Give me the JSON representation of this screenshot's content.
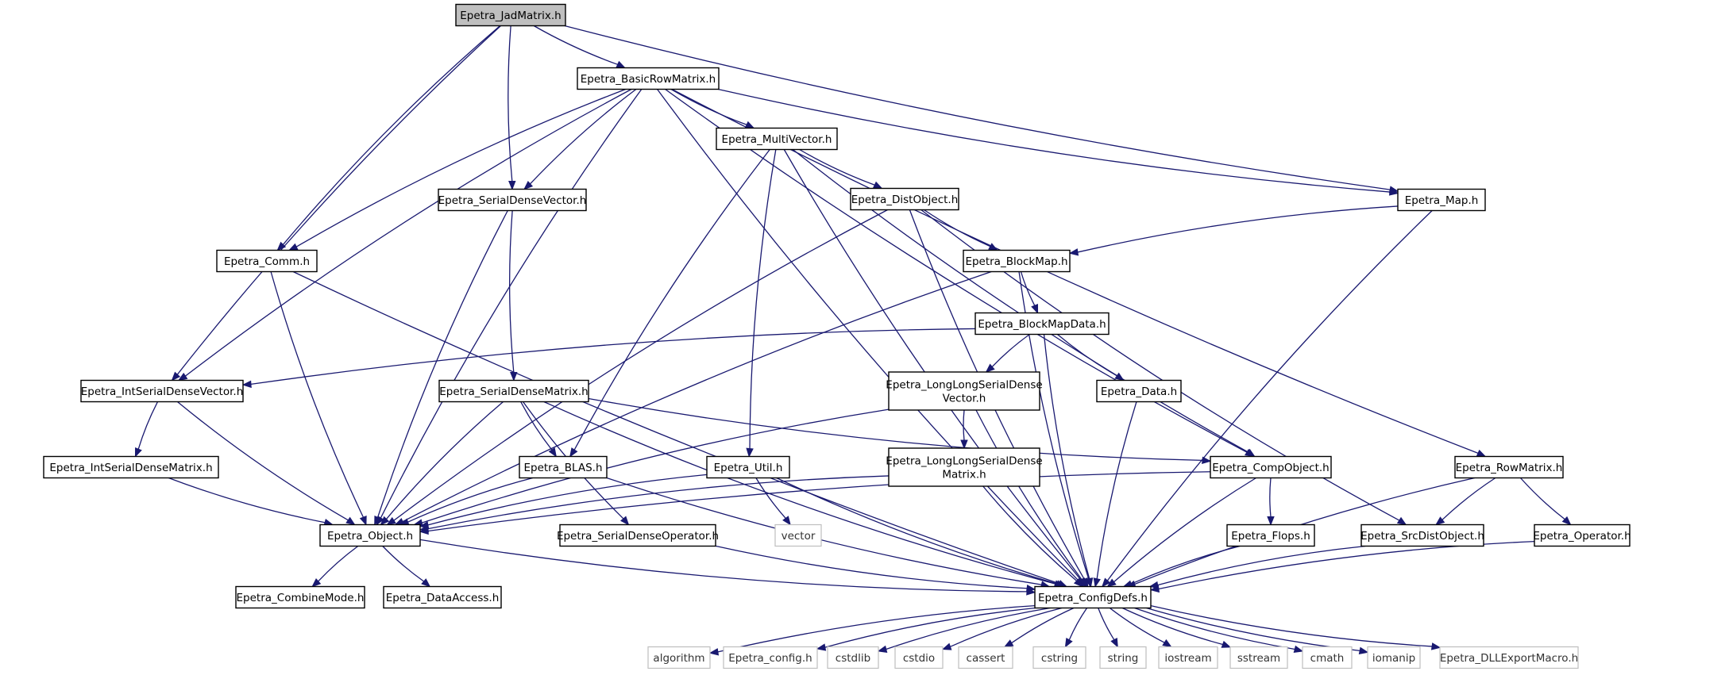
{
  "nodes": [
    {
      "id": "jad",
      "label": "Epetra_JadMatrix.h",
      "root": true
    },
    {
      "id": "brm",
      "label": "Epetra_BasicRowMatrix.h"
    },
    {
      "id": "mv",
      "label": "Epetra_MultiVector.h"
    },
    {
      "id": "sdv",
      "label": "Epetra_SerialDenseVector.h"
    },
    {
      "id": "dist",
      "label": "Epetra_DistObject.h"
    },
    {
      "id": "map",
      "label": "Epetra_Map.h"
    },
    {
      "id": "comm",
      "label": "Epetra_Comm.h"
    },
    {
      "id": "bmap",
      "label": "Epetra_BlockMap.h"
    },
    {
      "id": "bmd",
      "label": "Epetra_BlockMapData.h"
    },
    {
      "id": "isdv",
      "label": "Epetra_IntSerialDenseVector.h"
    },
    {
      "id": "sdm",
      "label": "Epetra_SerialDenseMatrix.h"
    },
    {
      "id": "llsdv",
      "label": [
        "Epetra_LongLongSerialDense",
        "Vector.h"
      ]
    },
    {
      "id": "data",
      "label": "Epetra_Data.h"
    },
    {
      "id": "isdm",
      "label": "Epetra_IntSerialDenseMatrix.h"
    },
    {
      "id": "blas",
      "label": "Epetra_BLAS.h"
    },
    {
      "id": "util",
      "label": "Epetra_Util.h"
    },
    {
      "id": "llsdm",
      "label": [
        "Epetra_LongLongSerialDense",
        "Matrix.h"
      ]
    },
    {
      "id": "comp",
      "label": "Epetra_CompObject.h"
    },
    {
      "id": "rowm",
      "label": "Epetra_RowMatrix.h"
    },
    {
      "id": "obj",
      "label": "Epetra_Object.h"
    },
    {
      "id": "vector",
      "label": "vector",
      "external": true
    },
    {
      "id": "sdo",
      "label": "Epetra_SerialDenseOperator.h"
    },
    {
      "id": "flops",
      "label": "Epetra_Flops.h"
    },
    {
      "id": "sdobj",
      "label": "Epetra_SrcDistObject.h"
    },
    {
      "id": "oper",
      "label": "Epetra_Operator.h"
    },
    {
      "id": "cmode",
      "label": "Epetra_CombineMode.h"
    },
    {
      "id": "dacc",
      "label": "Epetra_DataAccess.h"
    },
    {
      "id": "cfg",
      "label": "Epetra_ConfigDefs.h"
    },
    {
      "id": "algorithm",
      "label": "algorithm",
      "external": true
    },
    {
      "id": "econfig",
      "label": "Epetra_config.h",
      "external": true
    },
    {
      "id": "cstdlib",
      "label": "cstdlib",
      "external": true
    },
    {
      "id": "cstdio",
      "label": "cstdio",
      "external": true
    },
    {
      "id": "cassert",
      "label": "cassert",
      "external": true
    },
    {
      "id": "cstring",
      "label": "cstring",
      "external": true
    },
    {
      "id": "string",
      "label": "string",
      "external": true
    },
    {
      "id": "iostream",
      "label": "iostream",
      "external": true
    },
    {
      "id": "sstream",
      "label": "sstream",
      "external": true
    },
    {
      "id": "cmath",
      "label": "cmath",
      "external": true
    },
    {
      "id": "iomanip",
      "label": "iomanip",
      "external": true
    },
    {
      "id": "dll",
      "label": "Epetra_DLLExportMacro.h",
      "external": true
    }
  ],
  "edges": [
    [
      "jad",
      "brm"
    ],
    [
      "jad",
      "sdv"
    ],
    [
      "jad",
      "comm"
    ],
    [
      "jad",
      "isdv"
    ],
    [
      "jad",
      "map"
    ],
    [
      "brm",
      "mv"
    ],
    [
      "brm",
      "sdv"
    ],
    [
      "brm",
      "comm"
    ],
    [
      "brm",
      "isdv"
    ],
    [
      "brm",
      "obj"
    ],
    [
      "brm",
      "map"
    ],
    [
      "brm",
      "comp"
    ],
    [
      "brm",
      "rowm"
    ],
    [
      "brm",
      "cfg"
    ],
    [
      "mv",
      "dist"
    ],
    [
      "mv",
      "blas"
    ],
    [
      "mv",
      "util"
    ],
    [
      "mv",
      "comp"
    ],
    [
      "mv",
      "cfg"
    ],
    [
      "sdv",
      "sdm"
    ],
    [
      "sdv",
      "obj"
    ],
    [
      "dist",
      "bmap"
    ],
    [
      "dist",
      "obj"
    ],
    [
      "dist",
      "sdobj"
    ],
    [
      "dist",
      "cfg"
    ],
    [
      "map",
      "bmap"
    ],
    [
      "map",
      "cfg"
    ],
    [
      "comm",
      "obj"
    ],
    [
      "comm",
      "cfg"
    ],
    [
      "bmap",
      "bmd"
    ],
    [
      "bmap",
      "obj"
    ],
    [
      "bmap",
      "cfg"
    ],
    [
      "bmd",
      "isdv"
    ],
    [
      "bmd",
      "llsdv"
    ],
    [
      "bmd",
      "data"
    ],
    [
      "bmd",
      "cfg"
    ],
    [
      "isdv",
      "isdm"
    ],
    [
      "isdv",
      "obj"
    ],
    [
      "sdm",
      "blas"
    ],
    [
      "sdm",
      "obj"
    ],
    [
      "sdm",
      "sdo"
    ],
    [
      "sdm",
      "comp"
    ],
    [
      "sdm",
      "cfg"
    ],
    [
      "llsdv",
      "llsdm"
    ],
    [
      "llsdv",
      "obj"
    ],
    [
      "llsdv",
      "cfg"
    ],
    [
      "data",
      "cfg"
    ],
    [
      "isdm",
      "obj"
    ],
    [
      "blas",
      "obj"
    ],
    [
      "blas",
      "cfg"
    ],
    [
      "util",
      "vector"
    ],
    [
      "util",
      "obj"
    ],
    [
      "util",
      "cfg"
    ],
    [
      "llsdm",
      "obj"
    ],
    [
      "llsdm",
      "cfg"
    ],
    [
      "comp",
      "flops"
    ],
    [
      "comp",
      "obj"
    ],
    [
      "comp",
      "cfg"
    ],
    [
      "rowm",
      "sdobj"
    ],
    [
      "rowm",
      "oper"
    ],
    [
      "rowm",
      "cfg"
    ],
    [
      "obj",
      "cmode"
    ],
    [
      "obj",
      "dacc"
    ],
    [
      "obj",
      "cfg"
    ],
    [
      "sdo",
      "cfg"
    ],
    [
      "flops",
      "cfg"
    ],
    [
      "sdobj",
      "cfg"
    ],
    [
      "oper",
      "cfg"
    ],
    [
      "cfg",
      "algorithm"
    ],
    [
      "cfg",
      "econfig"
    ],
    [
      "cfg",
      "cstdlib"
    ],
    [
      "cfg",
      "cstdio"
    ],
    [
      "cfg",
      "cassert"
    ],
    [
      "cfg",
      "cstring"
    ],
    [
      "cfg",
      "string"
    ],
    [
      "cfg",
      "iostream"
    ],
    [
      "cfg",
      "sstream"
    ],
    [
      "cfg",
      "cmath"
    ],
    [
      "cfg",
      "iomanip"
    ],
    [
      "cfg",
      "dll"
    ]
  ]
}
